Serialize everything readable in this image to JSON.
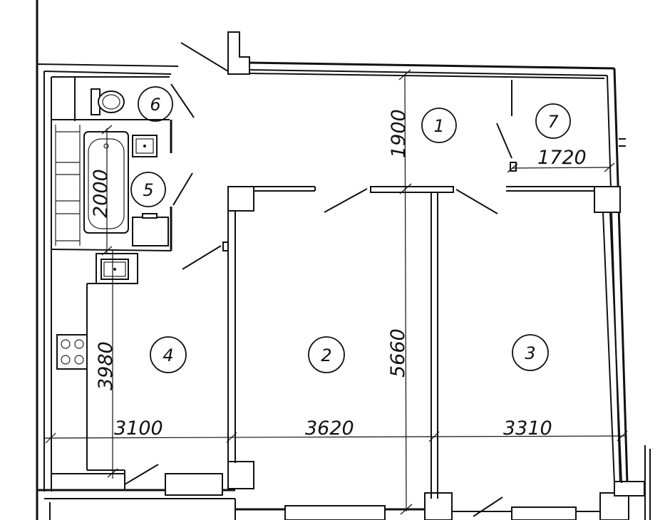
{
  "rooms": [
    {
      "number": "1"
    },
    {
      "number": "2"
    },
    {
      "number": "3"
    },
    {
      "number": "4"
    },
    {
      "number": "5"
    },
    {
      "number": "6"
    },
    {
      "number": "7"
    }
  ],
  "dimensions": {
    "hall_depth": "1900",
    "wardrobe_width": "1720",
    "bath_length": "2000",
    "kitchen_depth": "3980",
    "room_depth": "5660",
    "kitchen_width": "3100",
    "room2_width": "3620",
    "room3_width": "3310"
  },
  "fixtures": [
    "toilet-icon",
    "bathtub-icon",
    "washbasin-icon",
    "sink-icon",
    "stove-icon",
    "washing-machine-icon"
  ]
}
